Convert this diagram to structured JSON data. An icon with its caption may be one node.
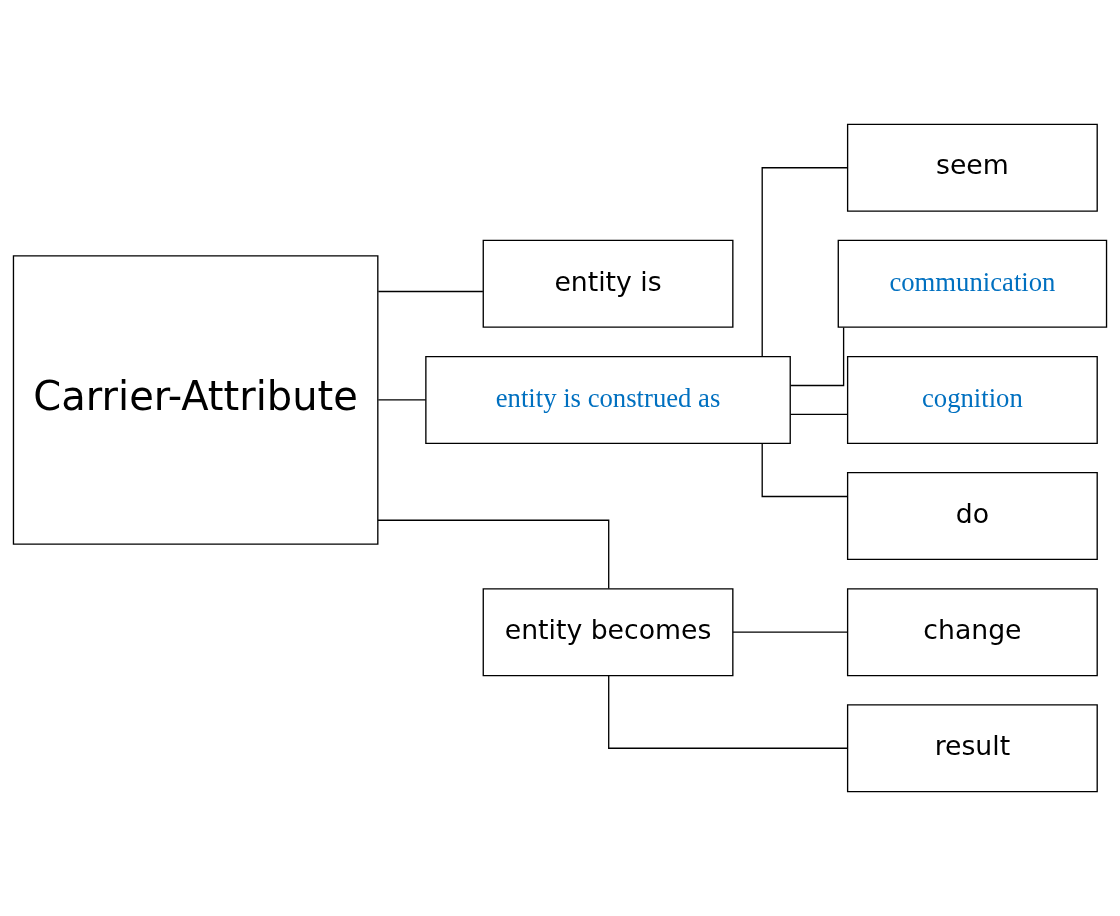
{
  "diagram": {
    "nodes": [
      {
        "text": [
          "Carrier-Attribute"
        ]
      },
      {
        "text": [
          "entity is"
        ]
      },
      {
        "text": [
          "entity is construed as"
        ]
      },
      {
        "text": [
          "entity becomes"
        ]
      },
      {
        "text": [
          "seem"
        ]
      },
      {
        "text": [
          "communication"
        ]
      },
      {
        "text": [
          "cognition"
        ]
      },
      {
        "text": [
          "do"
        ]
      },
      {
        "text": [
          "change"
        ]
      },
      {
        "text": [
          "result"
        ]
      }
    ],
    "edges": [
      {
        "from": 0,
        "to": 1,
        "arrow": "none"
      },
      {
        "from": 0,
        "to": 2,
        "arrow": "none"
      },
      {
        "from": 0,
        "to": 3,
        "arrow": "none"
      },
      {
        "from": 2,
        "to": 4,
        "arrow": "none"
      },
      {
        "from": 2,
        "to": 5,
        "arrow": "none"
      },
      {
        "from": 2,
        "to": 6,
        "arrow": "none"
      },
      {
        "from": 2,
        "to": 7,
        "arrow": "none"
      },
      {
        "from": 3,
        "to": 8,
        "arrow": "none"
      },
      {
        "from": 3,
        "to": 9,
        "arrow": "none"
      }
    ]
  }
}
